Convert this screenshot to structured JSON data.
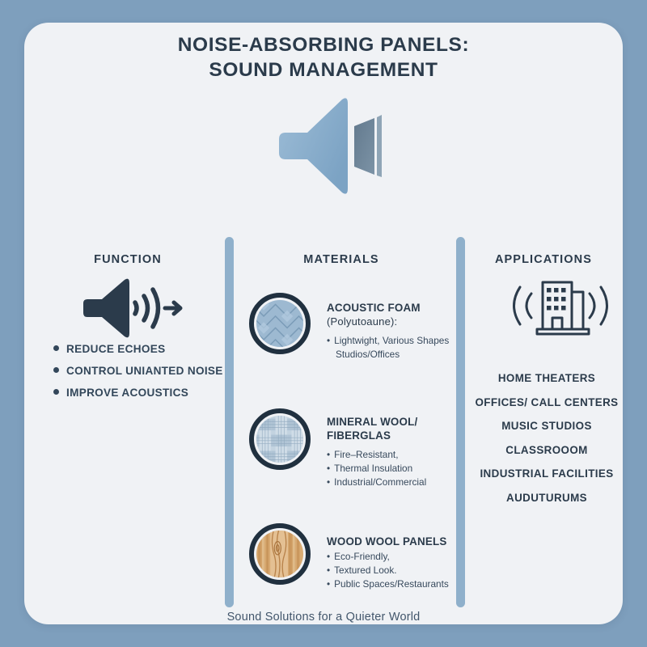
{
  "title": {
    "line1": "NOISE-ABSORBING PANELS:",
    "line2": "SOUND MANAGEMENT"
  },
  "hero_icon": "speaker-panel-icon",
  "columns": {
    "function": {
      "header": "FUNCTION",
      "icon": "speaker-waves-arrow-icon",
      "items": [
        "REDUCE ECHOES",
        "CONTROL UNIANTED NOISE",
        "IMPROVE ACOUSTICS"
      ]
    },
    "materials": {
      "header": "MATERIALS",
      "items": [
        {
          "icon": "acoustic-foam-swatch-icon",
          "title_line1": "ACOUSTIC FOAM",
          "title_line2": "(Polyutoaune):",
          "bullets": [
            "Lightwight, Various Shapes"
          ],
          "subline": "Studios/Offices"
        },
        {
          "icon": "mineral-wool-weave-swatch-icon",
          "title_line1": "MINERAL WOOL/",
          "title_line2": "FIBERGLAS",
          "bullets": [
            "Fire–Resistant,",
            "Thermal Insulation",
            "Industrial/Commercial"
          ],
          "subline": ""
        },
        {
          "icon": "wood-wool-grain-swatch-icon",
          "title_line1": "WOOD WOOL PANELS",
          "title_line2": "",
          "bullets": [
            "Eco-Friendly,",
            "Textured Look.",
            "Public Spaces/Restaurants"
          ],
          "subline": ""
        }
      ]
    },
    "applications": {
      "header": "APPLICATIONS",
      "icon": "building-sound-waves-icon",
      "items": [
        "HOME THEATERS",
        "OFFICES/ CALL CENTERS",
        "MUSIC STUDIOS",
        "CLASSROOOM",
        "INDUSTRIAL FACILITIES",
        "AUDUTURUMS"
      ]
    }
  },
  "footer": "Sound Solutions for a Quieter World",
  "bullet_glyph": "•",
  "colors": {
    "page_background": "#7e9fbd",
    "card_background": "#f0f2f5",
    "heading_text": "#2b3b4b",
    "body_text": "#37495c",
    "divider": "#8fb0cb",
    "hero_cone": "#8fb3d0",
    "hero_panel": "#64798c",
    "icon_dark": "#20303f",
    "wood": "#c99a5e"
  }
}
